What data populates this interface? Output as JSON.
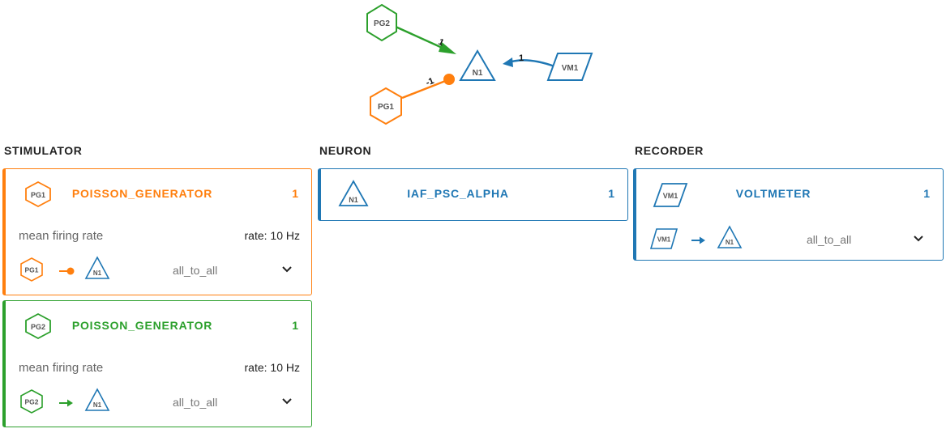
{
  "colors": {
    "orange": "#ff7f0e",
    "green": "#2ca02c",
    "blue": "#1f77b4"
  },
  "graph": {
    "nodes": [
      {
        "label": "PG2",
        "shape": "hexagon",
        "color": "#2ca02c"
      },
      {
        "label": "PG1",
        "shape": "hexagon",
        "color": "#ff7f0e"
      },
      {
        "label": "N1",
        "shape": "triangle",
        "color": "#1f77b4"
      },
      {
        "label": "VM1",
        "shape": "parallelogram",
        "color": "#1f77b4"
      }
    ],
    "edges": [
      {
        "from": "PG2",
        "to": "N1",
        "weight": "1",
        "head": "arrow"
      },
      {
        "from": "PG1",
        "to": "N1",
        "weight": "-1",
        "head": "dot"
      },
      {
        "from": "VM1",
        "to": "N1",
        "weight": "1",
        "head": "arrow"
      }
    ]
  },
  "columns": {
    "stimulator": {
      "title": "STIMULATOR",
      "cards": [
        {
          "node_label": "PG1",
          "model": "POISSON_GENERATOR",
          "count": "1",
          "param_name": "mean firing rate",
          "param_value": "rate: 10 Hz",
          "conn_source": "PG1",
          "conn_target": "N1",
          "rule": "all_to_all",
          "icon": "chevron-down-icon"
        },
        {
          "node_label": "PG2",
          "model": "POISSON_GENERATOR",
          "count": "1",
          "param_name": "mean firing rate",
          "param_value": "rate: 10 Hz",
          "conn_source": "PG2",
          "conn_target": "N1",
          "rule": "all_to_all",
          "icon": "chevron-down-icon"
        }
      ]
    },
    "neuron": {
      "title": "NEURON",
      "cards": [
        {
          "node_label": "N1",
          "model": "IAF_PSC_ALPHA",
          "count": "1"
        }
      ]
    },
    "recorder": {
      "title": "RECORDER",
      "cards": [
        {
          "node_label": "VM1",
          "model": "VOLTMETER",
          "count": "1",
          "conn_source": "VM1",
          "conn_target": "N1",
          "rule": "all_to_all",
          "icon": "chevron-down-icon"
        }
      ]
    }
  }
}
